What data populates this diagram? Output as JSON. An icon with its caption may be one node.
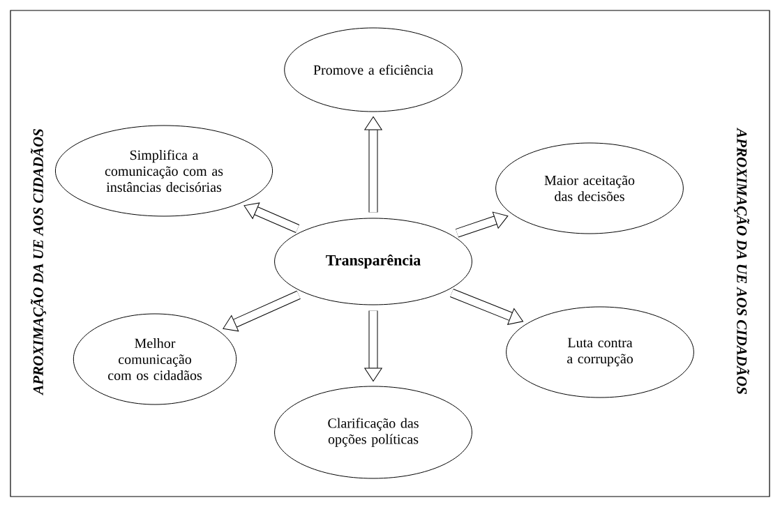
{
  "diagram": {
    "nodes": [
      {
        "text": [
          "Transparência"
        ]
      },
      {
        "text": [
          "Promove a eficiência"
        ]
      },
      {
        "text": [
          "Simplifica a comunicação com as instâncias decisórias"
        ]
      },
      {
        "text": [
          "Maior aceitação das decisões"
        ]
      },
      {
        "text": [
          "Melhor comunicação com os cidadãos"
        ]
      },
      {
        "text": [
          "Luta contra a corrupção"
        ]
      },
      {
        "text": [
          "Clarificação das opções políticas"
        ]
      }
    ],
    "edges": [
      {
        "from": 0,
        "to": 1,
        "arrow": "to"
      },
      {
        "from": 0,
        "to": 2,
        "arrow": "to"
      },
      {
        "from": 0,
        "to": 3,
        "arrow": "to"
      },
      {
        "from": 0,
        "to": 4,
        "arrow": "to"
      },
      {
        "from": 0,
        "to": 5,
        "arrow": "to"
      },
      {
        "from": 0,
        "to": 6,
        "arrow": "to"
      }
    ],
    "labels": [
      "APROXIMAÇÃO DA UE AOS CIDADÃOS",
      "APROXIMAÇÃO DA UE AOS CIDADÃOS"
    ]
  }
}
